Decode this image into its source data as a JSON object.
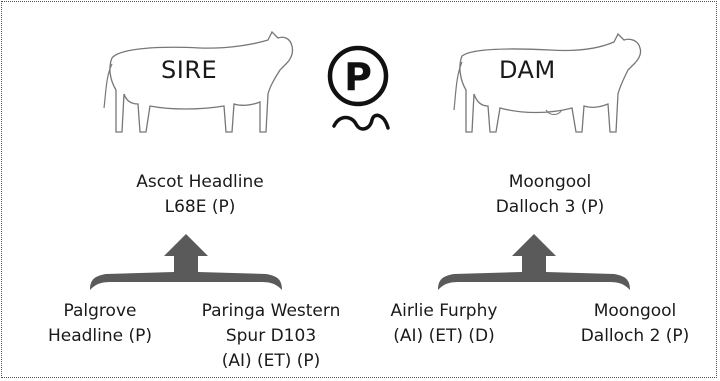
{
  "sire": {
    "role": "SIRE",
    "name_line1": "Ascot Headline",
    "name_line2": "L68E (P)",
    "parents": [
      {
        "line1": "Palgrove",
        "line2": "Headline (P)",
        "line3": ""
      },
      {
        "line1": "Paringa Western",
        "line2": "Spur D103",
        "line3": "(AI) (ET) (P)"
      }
    ]
  },
  "dam": {
    "role": "DAM",
    "name_line1": "Moongool",
    "name_line2": "Dalloch 3 (P)",
    "parents": [
      {
        "line1": "Airlie Furphy",
        "line2": "(AI) (ET) (D)",
        "line3": ""
      },
      {
        "line1": "Moongool",
        "line2": "Dalloch 2 (P)",
        "line3": ""
      }
    ]
  },
  "poll_symbol": {
    "letter": "P",
    "icon": "polled-symbol-icon"
  },
  "colors": {
    "arrow": "#5a5a5a",
    "outline": "#777777",
    "text": "#1a1a1a"
  }
}
